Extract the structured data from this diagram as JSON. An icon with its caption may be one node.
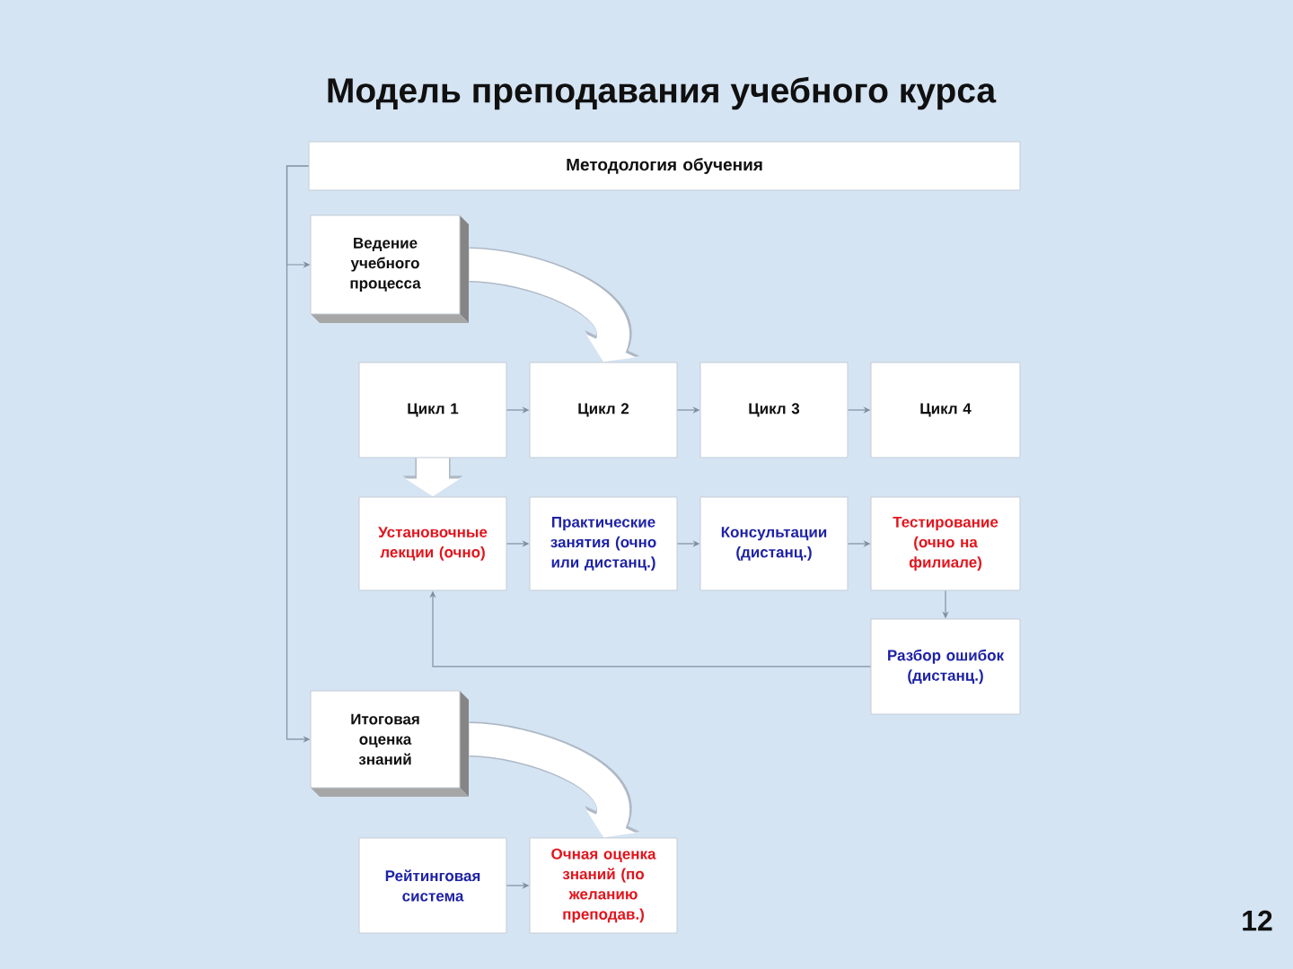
{
  "diagram": {
    "title": "Модель преподавания учебного курса",
    "nodes": [
      {
        "text": [
          "Методология обучения"
        ]
      },
      {
        "text": [
          "Ведение учебного процесса"
        ]
      },
      {
        "text": [
          "Цикл 1"
        ]
      },
      {
        "text": [
          "Цикл 2"
        ]
      },
      {
        "text": [
          "Цикл 3"
        ]
      },
      {
        "text": [
          "Цикл 4"
        ]
      },
      {
        "text": [
          "Установочные лекции (очно)"
        ]
      },
      {
        "text": [
          "Практические занятия (очно или дистанц.)"
        ]
      },
      {
        "text": [
          "Консультации (дистанц.)"
        ]
      },
      {
        "text": [
          "Тестирование (очно на филиале)"
        ]
      },
      {
        "text": [
          "Разбор ошибок (дистанц.)"
        ]
      },
      {
        "text": [
          "Итоговая оценка знаний"
        ]
      },
      {
        "text": [
          "Рейтинговая система"
        ]
      },
      {
        "text": [
          "Очная оценка знаний (по желанию преподав.)"
        ]
      }
    ],
    "edges": [
      {
        "from": 0,
        "to": 1,
        "arrow": "to"
      },
      {
        "from": 0,
        "to": 11,
        "arrow": "to"
      },
      {
        "from": 1,
        "to": 3,
        "arrow": "to",
        "style": "thick",
        "color": "#ffffff"
      },
      {
        "from": 2,
        "to": 3,
        "arrow": "to"
      },
      {
        "from": 3,
        "to": 4,
        "arrow": "to"
      },
      {
        "from": 4,
        "to": 5,
        "arrow": "to"
      },
      {
        "from": 2,
        "to": 6,
        "arrow": "to",
        "style": "thick",
        "color": "#ffffff"
      },
      {
        "from": 6,
        "to": 7,
        "arrow": "to"
      },
      {
        "from": 7,
        "to": 8,
        "arrow": "to"
      },
      {
        "from": 8,
        "to": 9,
        "arrow": "to"
      },
      {
        "from": 9,
        "to": 10,
        "arrow": "to"
      },
      {
        "from": 10,
        "to": 6,
        "arrow": "to"
      },
      {
        "from": 11,
        "to": 13,
        "arrow": "to",
        "style": "thick",
        "color": "#ffffff"
      },
      {
        "from": 12,
        "to": 13,
        "arrow": "to"
      }
    ],
    "labels": [
      "12"
    ]
  }
}
